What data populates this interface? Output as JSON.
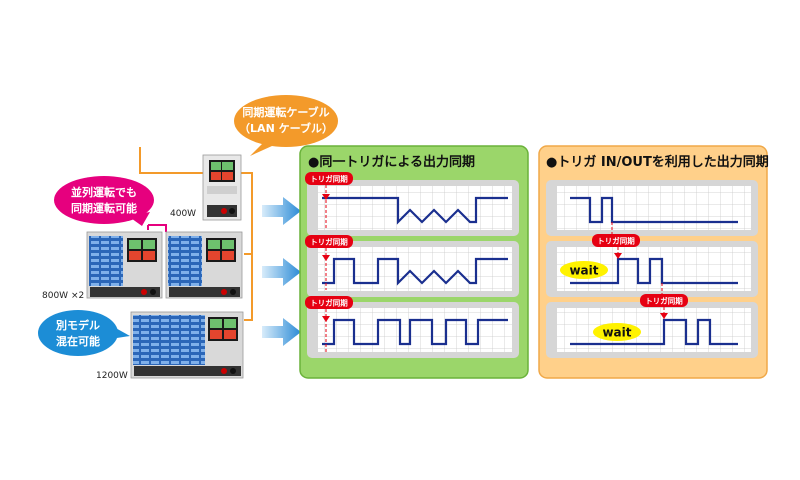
{
  "bubbles": {
    "lan_cable": {
      "line1": "同期運転ケーブル",
      "line2": "（LAN ケーブル）"
    },
    "parallel": {
      "line1": "並列運転でも",
      "line2": "同期運転可能"
    },
    "mixed": {
      "line1": "別モデル",
      "line2": "混在可能"
    }
  },
  "models": {
    "m400": "400W",
    "m800": "800W ×2",
    "m1200": "1200W"
  },
  "panels": {
    "left": {
      "title": "●同一トリガによる出力同期",
      "trigger_label": "トリガ同期"
    },
    "right": {
      "title": "●トリガ IN/OUTを利用した出力同期",
      "trigger_label": "トリガ同期",
      "wait_label": "wait"
    }
  },
  "colors": {
    "orange_bubble": "#f39a2a",
    "magenta_bubble": "#e6007e",
    "blue_bubble": "#1c8dd6",
    "left_panel_bg": "#9bd66a",
    "right_panel_bg": "#ffd08a",
    "trigger_red": "#e60012",
    "waveform_blue": "#1a2f8f",
    "arrow_blue": "#2a8ad6"
  }
}
